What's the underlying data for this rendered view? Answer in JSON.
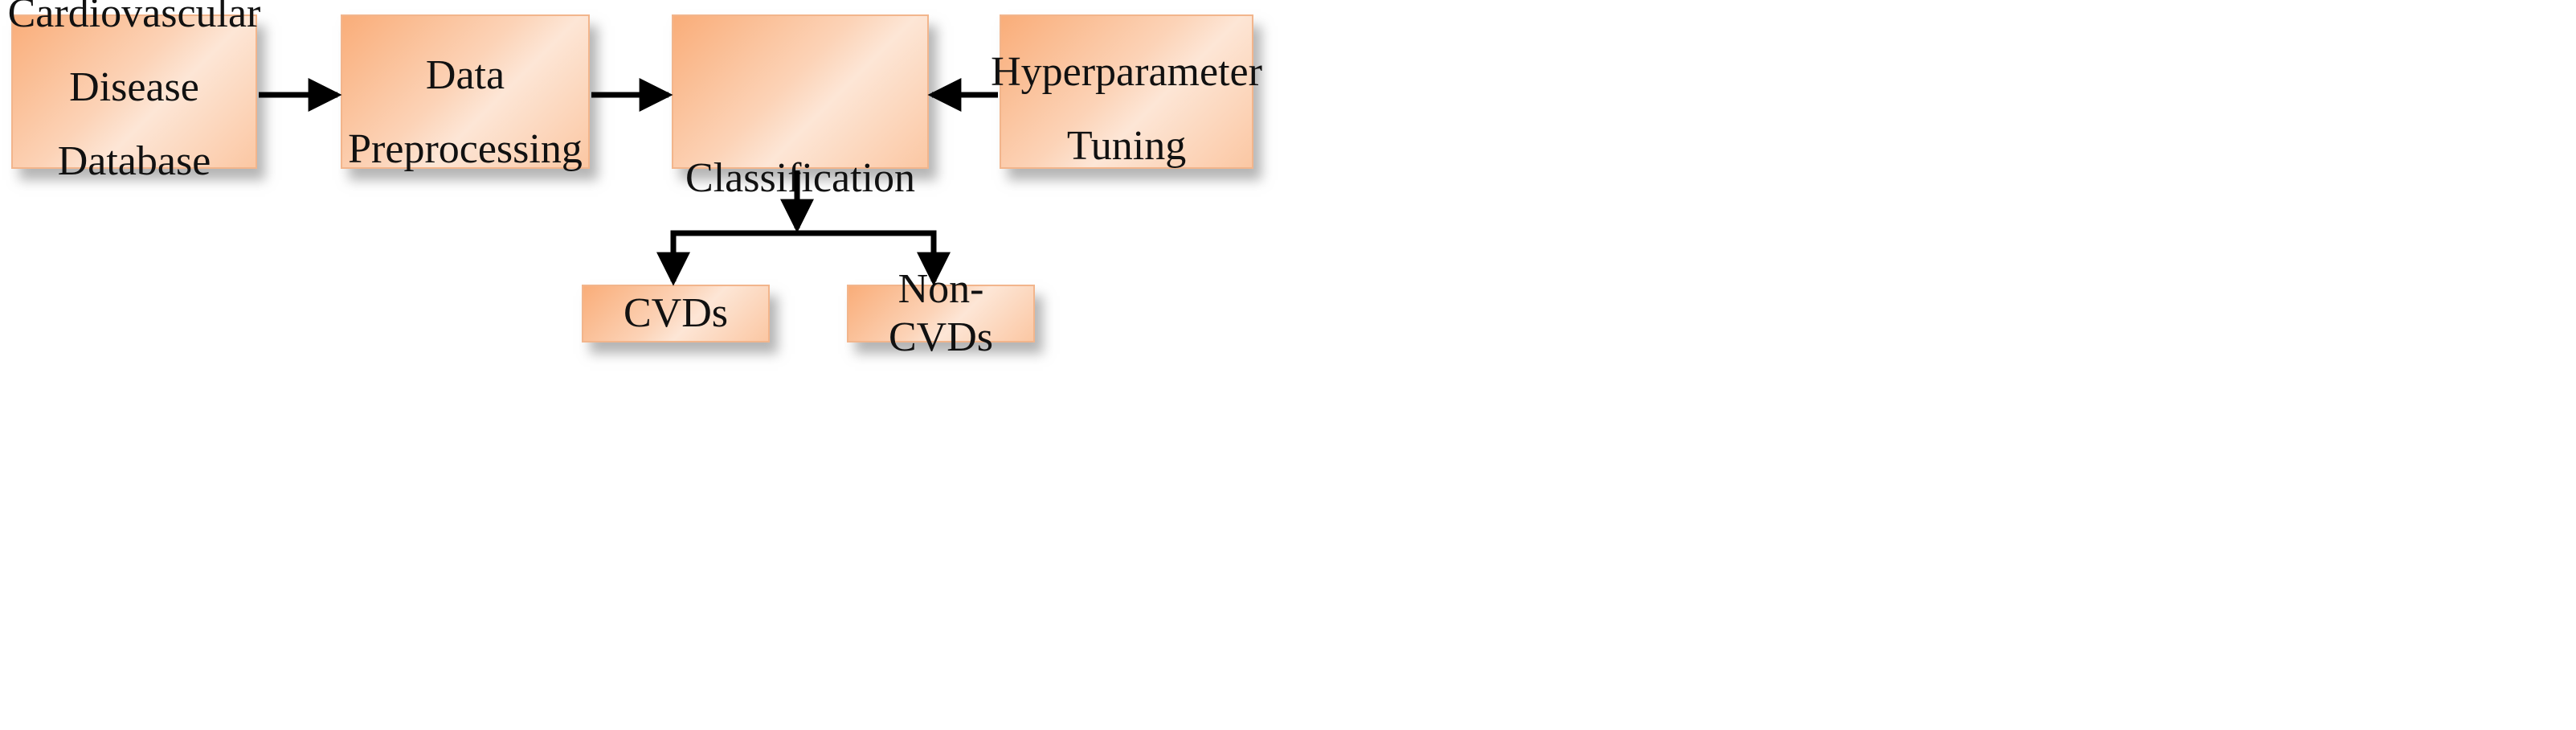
{
  "diagram": {
    "nodes": {
      "database": {
        "lines": [
          "Cardiovascular",
          "Disease",
          "Database"
        ]
      },
      "preprocessing": {
        "lines": [
          "Data",
          "Preprocessing"
        ]
      },
      "classification": {
        "lines": [
          "Classification"
        ]
      },
      "tuning": {
        "lines": [
          "Hyperparameter",
          "Tuning"
        ]
      },
      "cvds": {
        "lines": [
          "CVDs"
        ]
      },
      "noncvds": {
        "lines": [
          "Non-CVDs"
        ]
      }
    },
    "edges": [
      {
        "from": "database",
        "to": "preprocessing"
      },
      {
        "from": "preprocessing",
        "to": "classification"
      },
      {
        "from": "tuning",
        "to": "classification"
      },
      {
        "from": "classification",
        "to": "cvds"
      },
      {
        "from": "classification",
        "to": "noncvds"
      }
    ],
    "colors": {
      "box_fill_dark": "#f9ad79",
      "box_fill_light": "#fde6d6",
      "box_border": "#f2b58c",
      "arrow": "#000000",
      "text": "#111111"
    }
  }
}
